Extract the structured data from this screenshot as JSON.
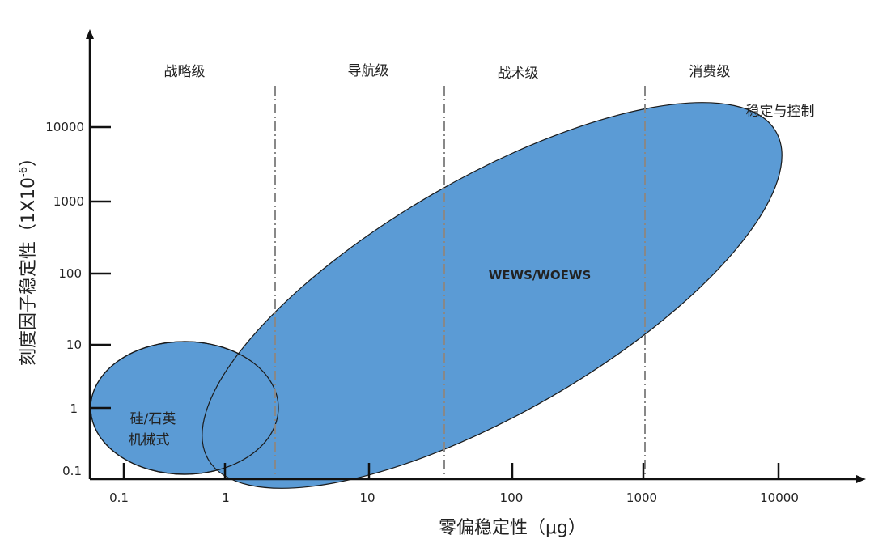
{
  "regions": [
    "战略级",
    "导航级",
    "战术级",
    "消费级"
  ],
  "application_label": "稳定与控制",
  "x_axis": {
    "title": "零偏稳定性（μg）",
    "ticks": [
      "0.1",
      "1",
      "10",
      "100",
      "1000",
      "10000"
    ]
  },
  "y_axis": {
    "title_main": "刻度因子稳定性（1X10",
    "title_exp": "-6",
    "title_close": "）",
    "ticks": [
      "0.1",
      "1",
      "10",
      "100",
      "1000",
      "10000"
    ]
  },
  "ellipses": {
    "small_line1": "硅/石英",
    "small_line2": "机械式",
    "large": "WEWS/WOEWS"
  },
  "colors": {
    "fill": "#5b9bd5",
    "axis": "#111111",
    "divider": "#888888"
  }
}
